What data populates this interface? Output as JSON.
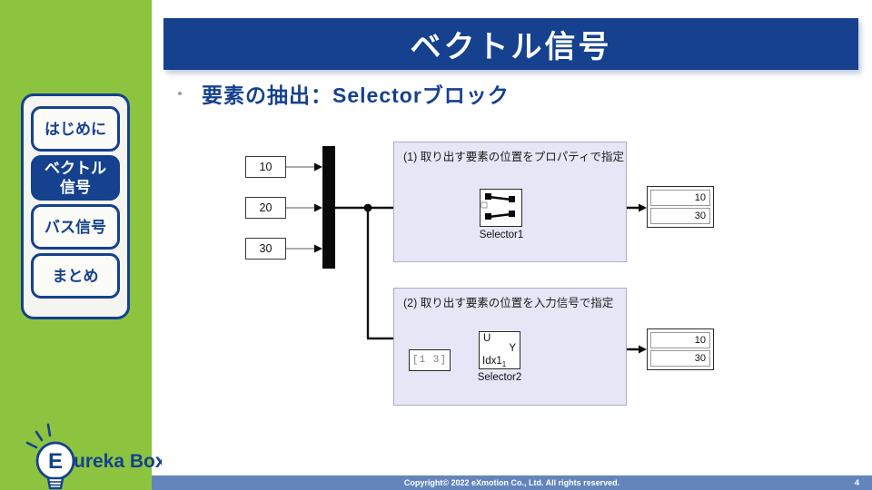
{
  "colors": {
    "accent_green": "#8CC440",
    "navy": "#15418E",
    "footer_blue": "#6385BB",
    "group_box_fill": "#E6E6F6",
    "group_box_border": "#ABABCD"
  },
  "sidebar": {
    "nav": [
      {
        "label": "はじめに",
        "active": false
      },
      {
        "label": "ベクトル\n信号",
        "active": true
      },
      {
        "label": "バス信号",
        "active": false
      },
      {
        "label": "まとめ",
        "active": false
      }
    ],
    "logo": {
      "initial": "E",
      "rest": "ureka Box"
    }
  },
  "header": {
    "title": "ベクトル信号"
  },
  "main": {
    "subtitle": "要素の抽出：Selectorブロック"
  },
  "diagram": {
    "sources": [
      {
        "value": "10"
      },
      {
        "value": "20"
      },
      {
        "value": "30"
      }
    ],
    "group1": {
      "caption": "(1) 取り出す要素の位置をプロパティで指定",
      "block_label": "Selector1",
      "display_values": [
        "10",
        "30"
      ]
    },
    "group2": {
      "caption": "(2) 取り出す要素の位置を入力信号で指定",
      "block_label": "Selector2",
      "index_value": "[1 3]",
      "port_u": "U",
      "port_idx": "Idx1",
      "port_idx_sub": "1",
      "port_y": "Y",
      "display_values": [
        "10",
        "30"
      ]
    }
  },
  "footer": {
    "copyright": "Copyright© 2022 eXmotion Co., Ltd. All rights reserved.",
    "page": "4"
  }
}
